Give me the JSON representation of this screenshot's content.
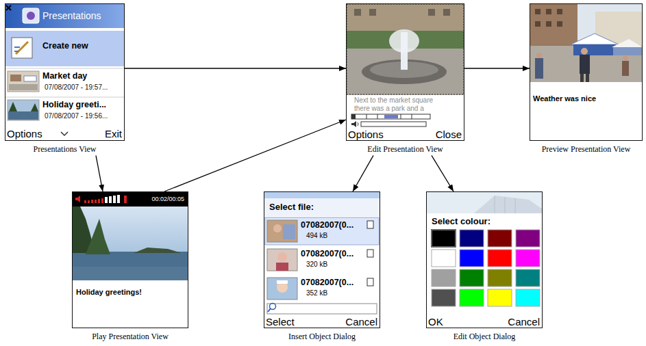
{
  "diagram": {
    "nodes": [
      {
        "text": [
          "Presentations",
          "Create new",
          "Market day",
          "07/08/2007 - 19:57...",
          "Holiday greeti...",
          "07/08/2007 - 19:56...",
          "Options",
          "Exit",
          "Presentations View"
        ]
      },
      {
        "text": [
          "Next to the market square there was a park and a",
          "Options",
          "Close",
          "Edit Presentation View"
        ]
      },
      {
        "text": [
          "Weather was nice",
          "Preview Presentation View"
        ]
      },
      {
        "text": [
          "00:02/00:05",
          "Holiday greetings!",
          "Play Presentation View"
        ]
      },
      {
        "text": [
          "Select file:",
          "07082007(0...",
          "494 kB",
          "07082007(0...",
          "320 kB",
          "07082007(0...",
          "352 kB",
          "Select",
          "Cancel",
          "Insert Object Dialog"
        ]
      },
      {
        "text": [
          "Select colour:",
          "OK",
          "Cancel",
          "Edit Object Dialog"
        ]
      }
    ],
    "edges": [
      {
        "from": 0,
        "to": 1,
        "arrow": "to"
      },
      {
        "from": 1,
        "to": 2,
        "arrow": "to"
      },
      {
        "from": 0,
        "to": 3,
        "arrow": "to"
      },
      {
        "from": 3,
        "to": 1,
        "arrow": "to"
      },
      {
        "from": 1,
        "to": 4,
        "arrow": "to"
      },
      {
        "from": 1,
        "to": 5,
        "arrow": "to"
      }
    ]
  }
}
